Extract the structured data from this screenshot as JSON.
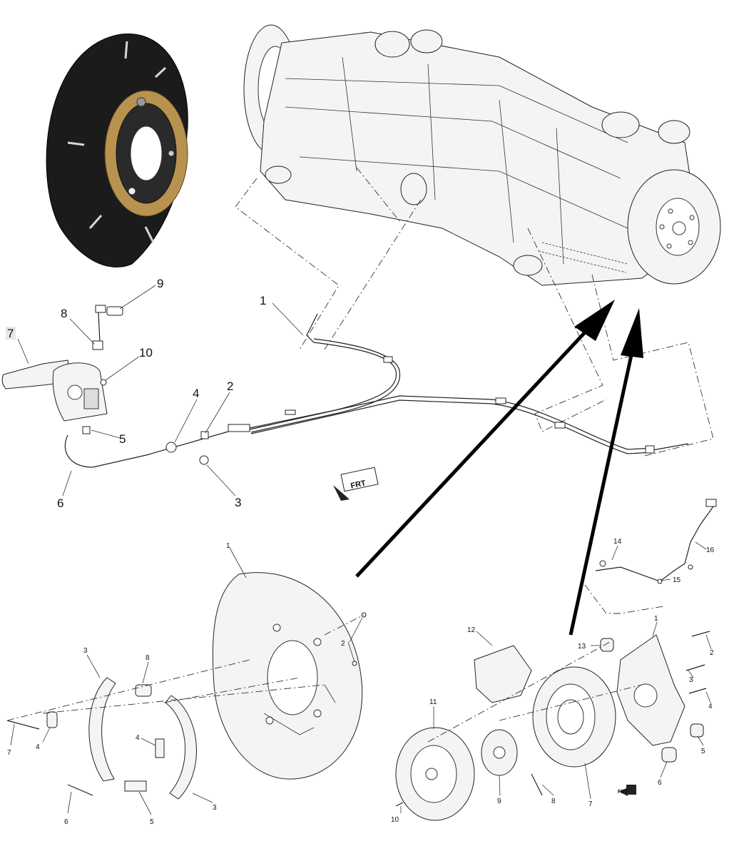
{
  "overview": {
    "callouts": [
      {
        "num": "1"
      },
      {
        "num": "2"
      },
      {
        "num": "3"
      },
      {
        "num": "4"
      },
      {
        "num": "5"
      },
      {
        "num": "6"
      },
      {
        "num": "7"
      },
      {
        "num": "8"
      },
      {
        "num": "9"
      },
      {
        "num": "10"
      }
    ],
    "front_indicator": "FRT"
  },
  "shoe_detail": {
    "callouts": [
      {
        "num": "1"
      },
      {
        "num": "2"
      },
      {
        "num": "3"
      },
      {
        "num": "3"
      },
      {
        "num": "4"
      },
      {
        "num": "4"
      },
      {
        "num": "5"
      },
      {
        "num": "6"
      },
      {
        "num": "7"
      },
      {
        "num": "8"
      }
    ]
  },
  "hub_detail": {
    "callouts": [
      {
        "num": "1"
      },
      {
        "num": "2"
      },
      {
        "num": "3"
      },
      {
        "num": "4"
      },
      {
        "num": "5"
      },
      {
        "num": "6"
      },
      {
        "num": "7"
      },
      {
        "num": "8"
      },
      {
        "num": "9"
      },
      {
        "num": "10"
      },
      {
        "num": "11"
      },
      {
        "num": "12"
      },
      {
        "num": "13"
      },
      {
        "num": "14"
      },
      {
        "num": "15"
      },
      {
        "num": "16"
      }
    ],
    "front_indicator": "FRT"
  },
  "colors": {
    "ink": "#111111",
    "shield": "#1b1b1b",
    "shoe_lining": "#b8924f",
    "background": "#ffffff"
  }
}
